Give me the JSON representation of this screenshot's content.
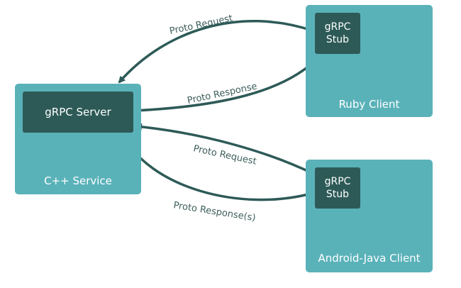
{
  "colors": {
    "box": "#5ab2b9",
    "inner": "#2d5a57",
    "arrow": "#2d5a57",
    "edge_label": "#3d5e5b"
  },
  "server": {
    "inner_label": "gRPC Server",
    "box_label": "C++ Service"
  },
  "ruby": {
    "stub_label": "gRPC\nStub",
    "box_label": "Ruby Client"
  },
  "android": {
    "stub_label": "gRPC\nStub",
    "box_label": "Android-Java Client"
  },
  "edges": {
    "ruby_request": "Proto Request",
    "ruby_response": "Proto Response",
    "android_request": "Proto Request",
    "android_response": "Proto Response(s)"
  }
}
